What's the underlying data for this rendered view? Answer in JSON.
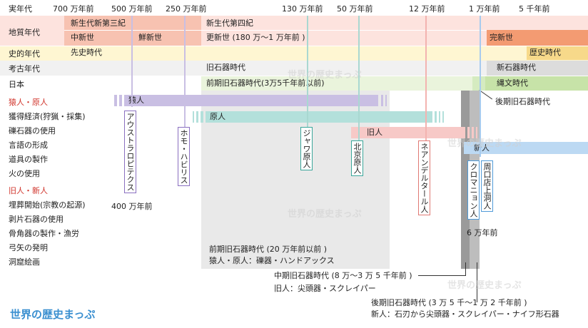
{
  "axis": {
    "header": "実年代",
    "ticks": [
      "700 万年前",
      "500 万年前",
      "250 万年前",
      "130 万年前",
      "50 万年前",
      "12 万年前",
      "1 万年前",
      "5 千年前"
    ]
  },
  "rows": {
    "geology": "地質年代",
    "history": "史的年代",
    "archaeology": "考古年代",
    "japan": "日本"
  },
  "geology": {
    "neogene": "新生代新第三紀",
    "quaternary": "新生代第四紀",
    "miocene": "中新世",
    "pliocene": "鮮新世",
    "pleistocene": "更新世 (180 万～1 万年前 )",
    "holocene": "完新世"
  },
  "history": {
    "prehistoric": "先史時代",
    "historic": "歴史時代"
  },
  "archaeology": {
    "paleolithic": "旧石器時代",
    "neolithic": "新石器時代"
  },
  "japan": {
    "early_paleolithic": "前期旧石器時代(3万5千年前以前)",
    "jomon": "縄文時代",
    "late_paleolithic": "後期旧石器時代"
  },
  "sections": {
    "ape_human": "猿人・原人",
    "old_new": "旧人・新人"
  },
  "traits": {
    "group1": [
      "獲得経済(狩猟・採集)",
      "礫石器の使用",
      "言語の形成",
      "道具の製作",
      "火の使用"
    ],
    "group2": [
      "埋葬開始(宗教の起源)",
      "剥片石器の使用",
      "骨角器の製作・漁労",
      "弓矢の発明",
      "洞窟絵画"
    ]
  },
  "humans": {
    "ape": "猿人",
    "genjin": "原人",
    "kyujin": "旧人",
    "shinjin": "新人"
  },
  "species": {
    "australopithecus": "アウストラロピテクス",
    "homo_habilis": "ホモ・ハビリス",
    "java": "ジャワ原人",
    "peking": "北京原人",
    "neanderthal": "ネアンデルタール人",
    "cromagnon": "クロマニョン人",
    "zhoukoudian": "周口店上洞人"
  },
  "annotations": {
    "australo_age": "400 万年前",
    "cromagnon_age": "6 万年前",
    "early_title": "前期旧石器時代 (20 万年前以前 )",
    "early_desc": "猿人・原人：礫器・ハンドアックス",
    "middle_title": "中期旧石器時代 (8 万～3 万 5 千年前 )",
    "middle_desc": "旧人：尖頭器・スクレイパー",
    "late_title": "後期旧石器時代 (3 万 5 千～1 万 2 千年前 )",
    "late_desc": "新人：石刃から尖頭器・スクレイパー・ナイフ形石器"
  },
  "brand": {
    "logo": "世界の歴史まっぷ",
    "watermark": "世界の歴史まっぷ"
  },
  "colors": {
    "ape": "#c9bfe3",
    "genjin": "#b3e0db",
    "kyujin": "#f7c9c7",
    "shinjin": "#bcd9f3",
    "neogene": "#f7c2b1",
    "pleistocene_light": "#fde3de",
    "holocene": "#f39b72",
    "history_bg": "#fef6d2",
    "historic": "#f7d98a",
    "archaeo_bg": "#f1f1f1",
    "neolithic": "#dcdcdc",
    "japan_bg": "#eaf4dc",
    "jomon": "#c7e3a8",
    "early_gray": "#e9e9e9"
  }
}
